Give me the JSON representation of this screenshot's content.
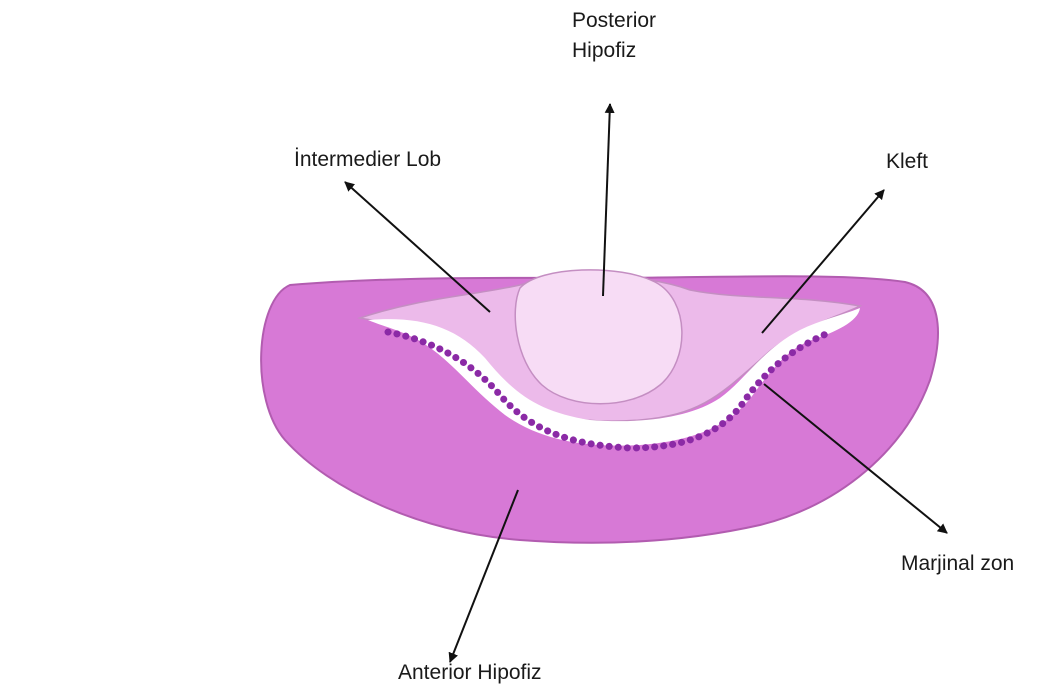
{
  "labels": {
    "posterior": {
      "line1": "Posterior",
      "line2": "Hipofiz"
    },
    "intermediate": "İntermedier Lob",
    "cleft": "Kleft",
    "marginal": "Marjinal zon",
    "anterior": "Anterior Hipofiz"
  },
  "colors": {
    "anterior_fill": "#d779d6",
    "anterior_stroke": "#b25cb0",
    "intermediate_fill": "#ecbaea",
    "posterior_fill": "#f7dcf5",
    "cleft_fill": "#ffffff",
    "dots": "#8b2aa6",
    "arrows": "#111111"
  }
}
